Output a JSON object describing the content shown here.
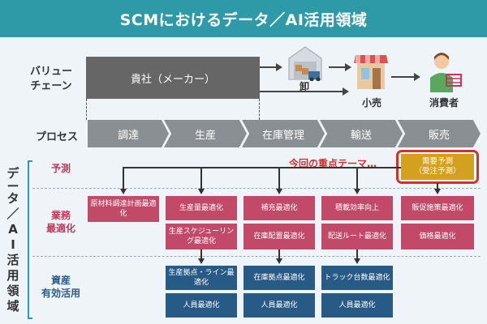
{
  "title": "SCMにおけるデータ／AI活用領域",
  "value_chain": {
    "label_line1": "バリュー",
    "label_line2": "チェーン",
    "company": "貴社（メーカー）",
    "wholesale": "卸",
    "retail": "小売",
    "consumer": "消費者"
  },
  "process": {
    "label": "プロセス",
    "steps": [
      "調達",
      "生産",
      "在庫管理",
      "輸送",
      "販売"
    ]
  },
  "data_domain": {
    "side_label": [
      "デ",
      "ー",
      "タ",
      "／",
      "A",
      "I",
      "活",
      "用",
      "領",
      "域"
    ],
    "focus_text": "今回の重点テーマ…",
    "rows": {
      "forecast": {
        "label": "予測",
        "demand": "需要予測",
        "demand_sub": "（受注予測）"
      },
      "business": {
        "label_line1": "業務",
        "label_line2": "最適化",
        "cells": [
          [
            "原材料調達計画最適化"
          ],
          [
            "生産量最適化",
            "生産スケジューリング最適化"
          ],
          [
            "補充最適化",
            "在庫配置最適化"
          ],
          [
            "積載効率向上",
            "配送ルート最適化"
          ],
          [
            "販促施策最適化",
            "価格最適化"
          ]
        ]
      },
      "asset": {
        "label_line1": "資産",
        "label_line2": "有効活用",
        "cells": [
          [],
          [
            "生産拠点・ライン最適化",
            "人員最適化"
          ],
          [
            "在庫拠点最適化",
            "人員最適化"
          ],
          [
            "トラック台数最適化",
            "人員最適化"
          ],
          []
        ]
      }
    }
  },
  "colors": {
    "header": "#2e9aa8",
    "company_bar": "#666666",
    "process": "#8a8f93",
    "business": "#c24a68",
    "asset": "#285a86",
    "focus": "#d32f2f",
    "demand": "#d4a020"
  },
  "icons": [
    "warehouse-truck-icon",
    "shop-icon",
    "shopping-cart-icon",
    "consumer-icon"
  ]
}
